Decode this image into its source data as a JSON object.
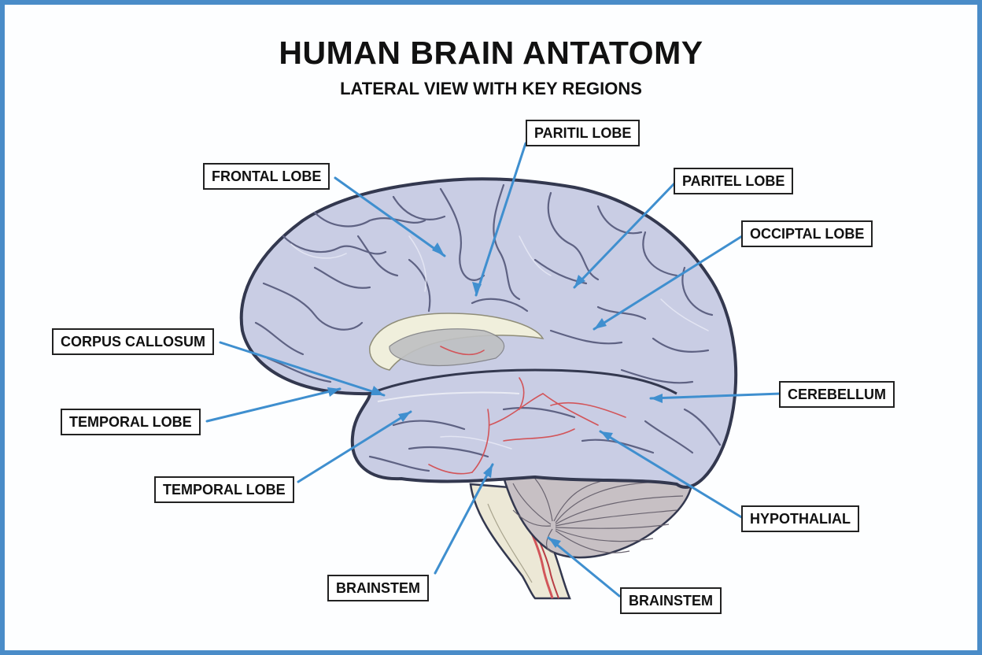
{
  "header": {
    "title": "HUMAN BRAIN ANTATOMY",
    "subtitle": "LATERAL VIEW WITH KEY REGIONS"
  },
  "labels": [
    {
      "id": "paritil-lobe",
      "text": "PARITIL LOBE"
    },
    {
      "id": "frontal-lobe",
      "text": "FRONTAL LOBE"
    },
    {
      "id": "paritel-lobe",
      "text": "PARITEL LOBE"
    },
    {
      "id": "occipital-lobe",
      "text": "OCCIPTAL LOBE"
    },
    {
      "id": "corpus-callosum",
      "text": "CORPUS CALLOSUM"
    },
    {
      "id": "cerebellum",
      "text": "CEREBELLUM"
    },
    {
      "id": "temporal-lobe-1",
      "text": "TEMPORAL LOBE"
    },
    {
      "id": "temporal-lobe-2",
      "text": "TEMPORAL LOBE"
    },
    {
      "id": "hypothalial",
      "text": "HYPOTHALIAL"
    },
    {
      "id": "brainstem-1",
      "text": "BRAINSTEM"
    },
    {
      "id": "brainstem-2",
      "text": "BRAINSTEM"
    }
  ],
  "colors": {
    "frame": "#4a8cc8",
    "leader_line": "#3f8fcf",
    "brain_fill": "#c9cde4",
    "brain_outline": "#33384f",
    "cerebellum_fill": "#c7c0c4",
    "brainstem_fill": "#ece8d6",
    "vessel": "#d2555a"
  }
}
